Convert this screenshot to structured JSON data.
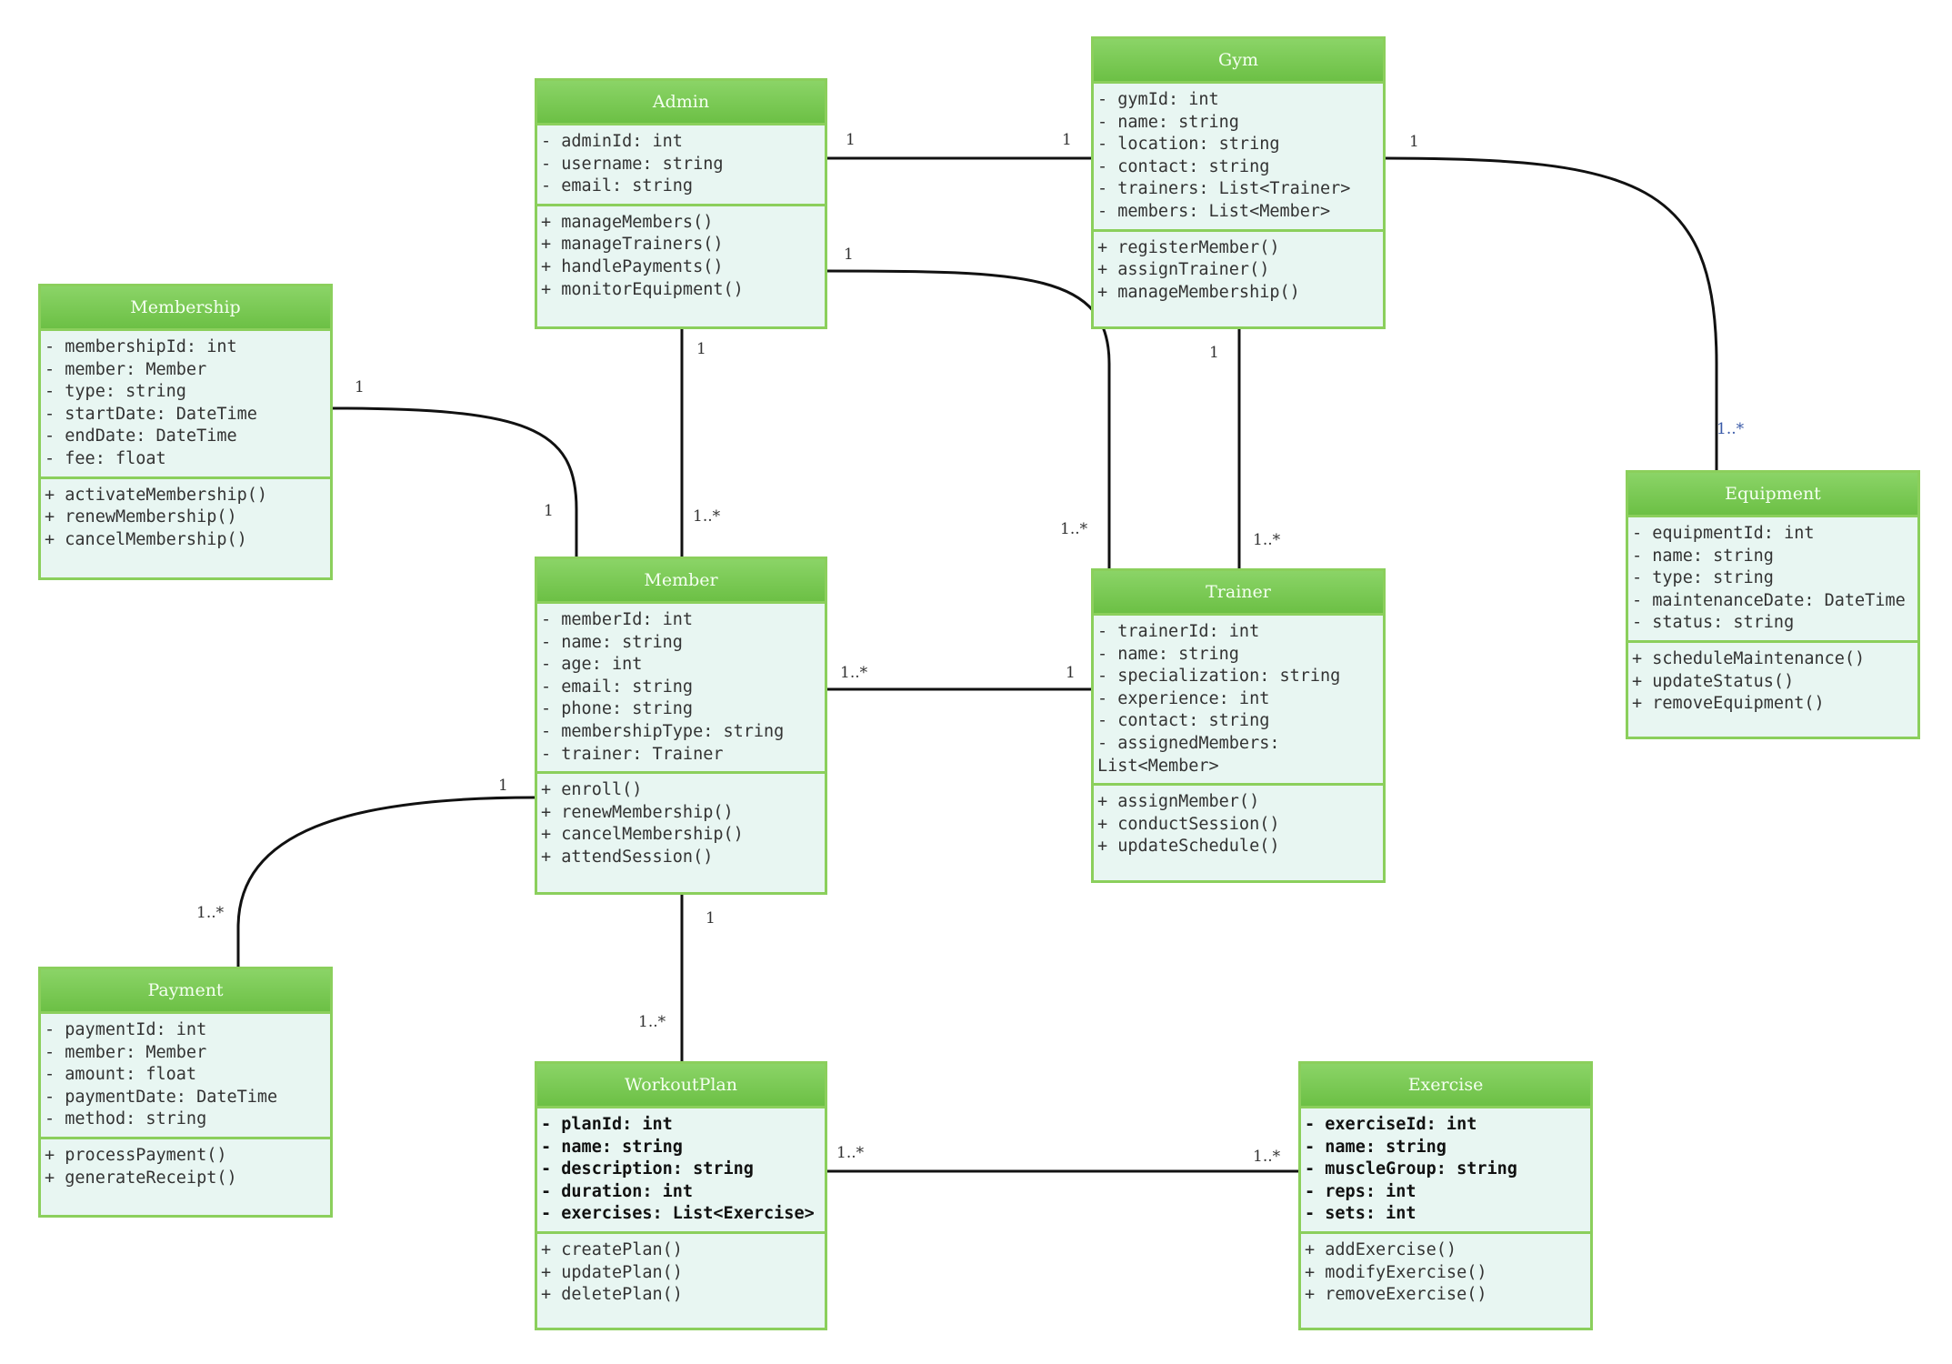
{
  "classes": {
    "admin": {
      "name": "Admin",
      "attributes": [
        "- adminId: int",
        "- username: string",
        "- email: string"
      ],
      "methods": [
        "+ manageMembers()",
        "+ manageTrainers()",
        "+ handlePayments()",
        "+ monitorEquipment()"
      ]
    },
    "gym": {
      "name": "Gym",
      "attributes": [
        "- gymId: int",
        "- name: string",
        "- location: string",
        "- contact: string",
        "- trainers: List<Trainer>",
        "- members: List<Member>"
      ],
      "methods": [
        "+ registerMember()",
        "+ assignTrainer()",
        "+ manageMembership()"
      ]
    },
    "membership": {
      "name": "Membership",
      "attributes": [
        "- membershipId: int",
        "- member: Member",
        "- type: string",
        "- startDate: DateTime",
        "- endDate: DateTime",
        "- fee: float"
      ],
      "methods": [
        "+ activateMembership()",
        "+ renewMembership()",
        "+ cancelMembership()"
      ]
    },
    "equipment": {
      "name": "Equipment",
      "attributes": [
        "- equipmentId: int",
        "- name: string",
        "- type: string",
        "- maintenanceDate: DateTime",
        "- status: string"
      ],
      "methods": [
        "+ scheduleMaintenance()",
        "+ updateStatus()",
        "+ removeEquipment()"
      ]
    },
    "member": {
      "name": "Member",
      "attributes": [
        "- memberId: int",
        "- name: string",
        "- age: int",
        "- email: string",
        "- phone: string",
        "- membershipType: string",
        "- trainer: Trainer"
      ],
      "methods": [
        "+ enroll()",
        "+ renewMembership()",
        "+ cancelMembership()",
        "+ attendSession()"
      ]
    },
    "trainer": {
      "name": "Trainer",
      "attributes": [
        "- trainerId: int",
        "- name: string",
        "- specialization: string",
        "- experience: int",
        "- contact: string",
        "- assignedMembers: List<Member>"
      ],
      "methods": [
        "+ assignMember()",
        "+ conductSession()",
        "+ updateSchedule()"
      ]
    },
    "payment": {
      "name": "Payment",
      "attributes": [
        "- paymentId: int",
        "- member: Member",
        "- amount: float",
        "- paymentDate: DateTime",
        "- method: string"
      ],
      "methods": [
        "+ processPayment()",
        "+ generateReceipt()"
      ]
    },
    "workoutplan": {
      "name": "WorkoutPlan",
      "attributes": [
        "- planId: int",
        "- name: string",
        "- description: string",
        "- duration: int",
        "- exercises: List<Exercise>"
      ],
      "methods": [
        "+ createPlan()",
        "+ updatePlan()",
        "+ deletePlan()"
      ]
    },
    "exercise": {
      "name": "Exercise",
      "attributes": [
        "- exerciseId: int",
        "- name: string",
        "- muscleGroup: string",
        "- reps: int",
        "- sets: int"
      ],
      "methods": [
        "+ addExercise()",
        "+ modifyExercise()",
        "+ removeExercise()"
      ]
    }
  },
  "associations": [
    {
      "id": "admin-gym",
      "from": "Admin",
      "to": "Gym",
      "from_mult": "1",
      "to_mult": "1"
    },
    {
      "id": "admin-trainer",
      "from": "Admin",
      "to": "Trainer",
      "from_mult": "1",
      "to_mult": "1..*"
    },
    {
      "id": "admin-member",
      "from": "Admin",
      "to": "Member",
      "from_mult": "1",
      "to_mult": "1..*"
    },
    {
      "id": "gym-equipment",
      "from": "Gym",
      "to": "Equipment",
      "from_mult": "1",
      "to_mult": "1..*"
    },
    {
      "id": "gym-trainer",
      "from": "Gym",
      "to": "Trainer",
      "from_mult": "1",
      "to_mult": "1..*"
    },
    {
      "id": "membership-member",
      "from": "Membership",
      "to": "Member",
      "from_mult": "1",
      "to_mult": "1"
    },
    {
      "id": "member-trainer",
      "from": "Member",
      "to": "Trainer",
      "from_mult": "1..*",
      "to_mult": "1"
    },
    {
      "id": "member-payment",
      "from": "Member",
      "to": "Payment",
      "from_mult": "1",
      "to_mult": "1..*"
    },
    {
      "id": "member-workoutplan",
      "from": "Member",
      "to": "WorkoutPlan",
      "from_mult": "1",
      "to_mult": "1..*"
    },
    {
      "id": "workoutplan-exercise",
      "from": "WorkoutPlan",
      "to": "Exercise",
      "from_mult": "1..*",
      "to_mult": "1..*"
    }
  ],
  "colors": {
    "header_fill": "#78c850",
    "border": "#8bcf5c",
    "body_fill": "#e8f6f2",
    "edge": "#111111"
  }
}
